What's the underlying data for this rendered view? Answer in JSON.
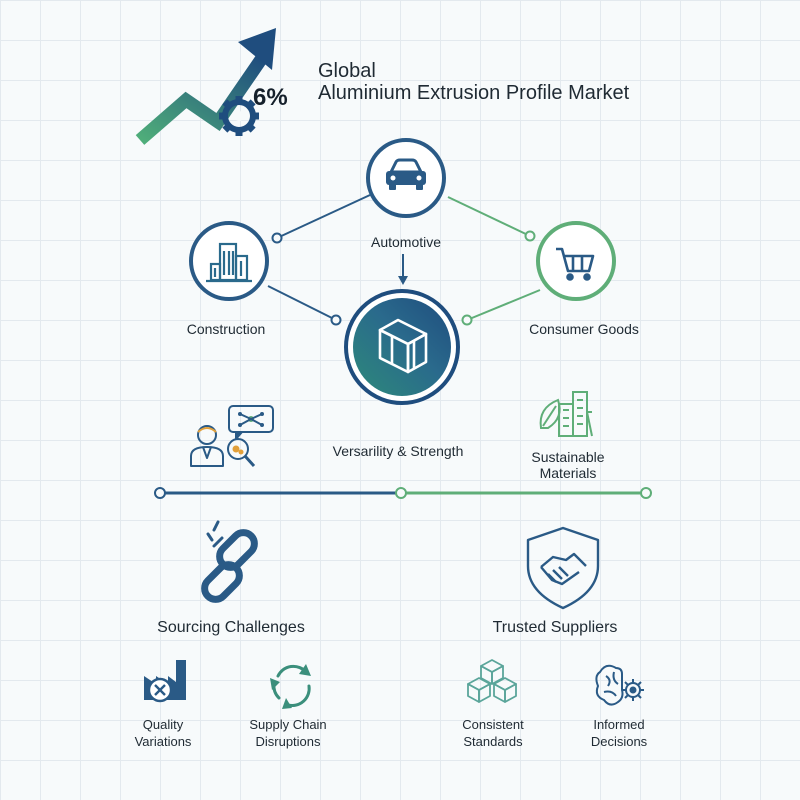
{
  "header": {
    "title_line1": "Global",
    "title_line2": "Aluminium Extrusion Profile Market",
    "growth_value": "6%"
  },
  "colors": {
    "navy": "#2a5a86",
    "green": "#5fae78",
    "gradient_start": "#4fae7a",
    "gradient_end": "#1f4d7e"
  },
  "nodes": {
    "automotive": {
      "label": "Automotive",
      "icon": "car-icon"
    },
    "construction": {
      "label": "Construction",
      "icon": "buildings-icon"
    },
    "consumer_goods": {
      "label": "Consumer Goods",
      "icon": "shopping-cart-icon"
    },
    "core": {
      "icon": "aluminium-profile-icon"
    }
  },
  "features": {
    "versatility": {
      "label": "Versarility & Strength"
    },
    "sustainable": {
      "label_line1": "Sustainable",
      "label_line2": "Materials"
    }
  },
  "sections": {
    "sourcing": {
      "title": "Sourcing Challenges",
      "items": [
        {
          "line1": "Quality",
          "line2": "Variations",
          "icon": "factory-icon"
        },
        {
          "line1": "Supply Chain",
          "line2": "Disruptions",
          "icon": "recycle-arrows-icon"
        }
      ]
    },
    "trusted": {
      "title": "Trusted Suppliers",
      "items": [
        {
          "line1": "Consistent",
          "line2": "Standards",
          "icon": "cubes-icon"
        },
        {
          "line1": "Informed",
          "line2": "Decisions",
          "icon": "brain-gear-icon"
        }
      ]
    }
  }
}
